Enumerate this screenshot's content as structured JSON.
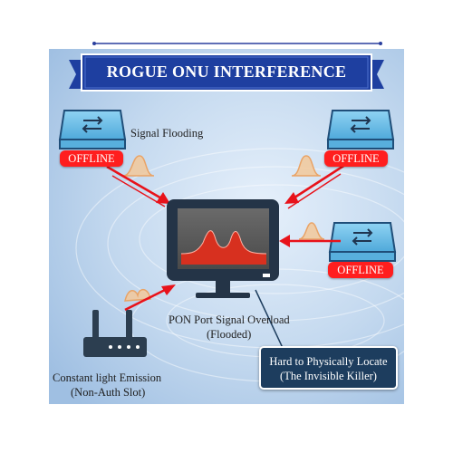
{
  "title": "ROGUE ONU INTERFERENCE",
  "labels": {
    "signal_flooding": "Signal Flooding",
    "pon_port_line1": "PON Port Signal Overload",
    "pon_port_line2": "(Flooded)",
    "emission_line1": "Constant light Emission",
    "emission_line2": "(Non-Auth Slot)"
  },
  "badges": {
    "onu_left": "OFFLINE",
    "onu_right": "OFFLINE",
    "onu_lower_right": "OFFLINE"
  },
  "callout": {
    "line1": "Hard to Physically Locate",
    "line2": "(The Invisible Killer)"
  },
  "colors": {
    "banner": "#1e3fa0",
    "onu_device": "#66bfe8",
    "offline_badge": "#ff1e1e",
    "arrow": "#e8121a",
    "signal_wave": "#f2c89a",
    "monitor_frame": "#243447",
    "monitor_screen": "#5a5a5a",
    "monitor_spike": "#d7301f",
    "router": "#2c3e50",
    "callout": "#1d3d5e",
    "background": "#b9d3ec"
  },
  "icons": [
    "onu-device-icon",
    "olt-monitor-icon",
    "router-icon"
  ]
}
